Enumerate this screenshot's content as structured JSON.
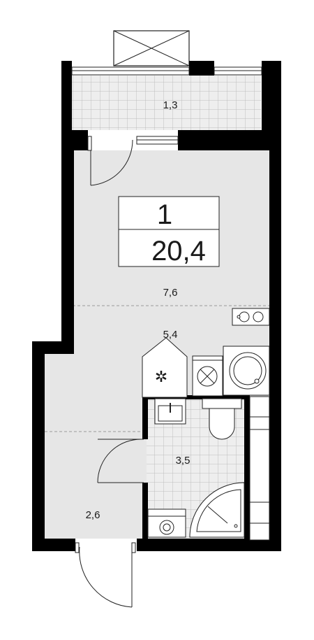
{
  "apartment": {
    "rooms": "1",
    "total_area": "20,4"
  },
  "areas": {
    "balcony": "1,3",
    "living": "7,6",
    "kitchen": "5,4",
    "bathroom": "3,5",
    "hallway": "2,6"
  },
  "colors": {
    "wall": "#000000",
    "floor": "#e6e6e6",
    "tile_floor": "#eeeeee",
    "tile_grid": "#bdbdbd",
    "fixture": "#ffffff"
  }
}
